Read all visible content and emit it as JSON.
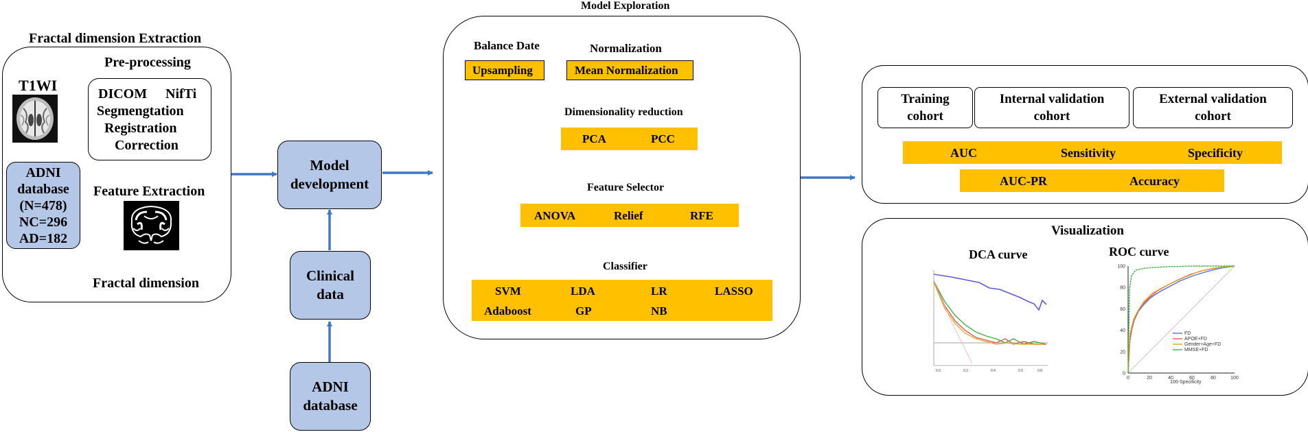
{
  "fde": {
    "title": "Fractal dimension Extraction",
    "t1wi": "T1WI",
    "preprocessing": "Pre-processing",
    "steps": [
      "DICOM",
      "NifTi",
      "Segmengtation",
      "Registration",
      "Correction"
    ],
    "adni_lines": [
      "ADNI",
      "database",
      "(N=478)",
      "NC=296",
      "AD=182"
    ],
    "feature_extraction": "Feature Extraction",
    "fractal_dimension": "Fractal dimension"
  },
  "middle": {
    "model_dev": [
      "Model",
      "development"
    ],
    "clinical": [
      "Clinical",
      "data"
    ],
    "adni": [
      "ADNI",
      "database"
    ]
  },
  "explore": {
    "title": "Model Exploration",
    "balance_label": "Balance Date",
    "normalization_label": "Normalization",
    "upsampling": "Upsampling",
    "mean_norm": "Mean Normalization",
    "dimred_label": "Dimensionality reduction",
    "dimred": [
      "PCA",
      "PCC"
    ],
    "selector_label": "Feature Selector",
    "selectors": [
      "ANOVA",
      "Relief",
      "RFE"
    ],
    "classifier_label": "Classifier",
    "classifiers_row1": [
      "SVM",
      "LDA",
      "LR",
      "LASSO"
    ],
    "classifiers_row2": [
      "Adaboost",
      "GP",
      "NB"
    ]
  },
  "eval": {
    "cohorts": [
      [
        "Training",
        "cohort"
      ],
      [
        "Internal validation",
        "cohort"
      ],
      [
        "External validation",
        "cohort"
      ]
    ],
    "metrics_row1": [
      "AUC",
      "Sensitivity",
      "Specificity"
    ],
    "metrics_row2": [
      "AUC-PR",
      "Accuracy"
    ]
  },
  "viz": {
    "title": "Visualization",
    "dca_title": "DCA curve",
    "roc_title": "ROC curve",
    "roc_xlabel": "100-Specificity",
    "roc_ticks": [
      "0",
      "20",
      "40",
      "60",
      "80",
      "100"
    ],
    "roc_legend": [
      "FD",
      "APOE+FD",
      "Gender+Age+FD",
      "MMSE+FD"
    ]
  },
  "colors": {
    "accent_yellow": "#ffc000",
    "box_blue": "#b4c7e7",
    "arrow_blue": "#4a86c8",
    "roc_fd": "#5b6bd8",
    "roc_apoe": "#e05a4a",
    "roc_gender": "#e0a020",
    "roc_mmse": "#40b040"
  }
}
